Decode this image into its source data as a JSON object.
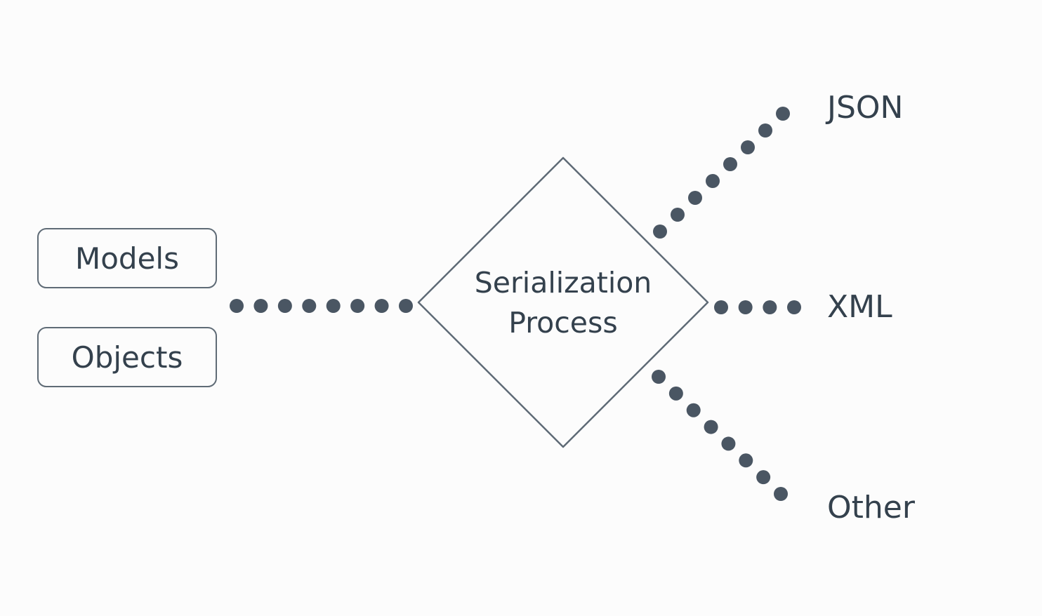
{
  "inputs": [
    "Models",
    "Objects"
  ],
  "process": {
    "line1": "Serialization",
    "line2": "Process"
  },
  "outputs": [
    "JSON",
    "XML",
    "Other"
  ],
  "colors": {
    "background": "#fcfcfc",
    "ink": "#34414d",
    "outline": "#5f6b76",
    "dots": "#4a5663"
  }
}
